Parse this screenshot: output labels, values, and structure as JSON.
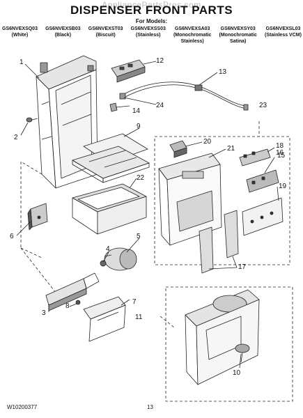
{
  "watermark": "AppliancePartsPros.com",
  "title": "DISPENSER FRONT PARTS",
  "for_models": "For Models:",
  "models": [
    {
      "name": "GS6NVEXSQ03",
      "desc": "(White)",
      "desc2": ""
    },
    {
      "name": "GS6NVEXSB03",
      "desc": "(Black)",
      "desc2": ""
    },
    {
      "name": "GS6NVEXST03",
      "desc": "(Biscuit)",
      "desc2": ""
    },
    {
      "name": "GS6NVEXSS03",
      "desc": "(Stainless)",
      "desc2": ""
    },
    {
      "name": "GS6NVEXSA03",
      "desc": "(Monochromatic",
      "desc2": "Stainless)"
    },
    {
      "name": "GS6NVEXSY03",
      "desc": "(Monochromatic",
      "desc2": "Satina)"
    },
    {
      "name": "GS6NVEXSL03",
      "desc": "(Stainless VCM)",
      "desc2": ""
    }
  ],
  "callouts": [
    "1",
    "2",
    "3",
    "4",
    "5",
    "6",
    "7",
    "8",
    "9",
    "10",
    "11",
    "12",
    "13",
    "14",
    "15",
    "16",
    "17",
    "18",
    "19",
    "20",
    "21",
    "22",
    "23",
    "24"
  ],
  "footer": {
    "code": "W10200377",
    "page": "13"
  }
}
